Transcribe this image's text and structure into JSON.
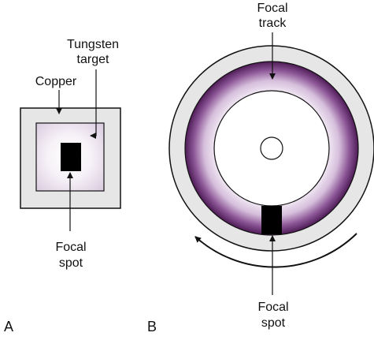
{
  "panels": {
    "a": {
      "letter": "A",
      "tungsten_label_line1": "Tungsten",
      "tungsten_label_line2": "target",
      "copper_label": "Copper",
      "focal_spot_label_line1": "Focal",
      "focal_spot_label_line2": "spot"
    },
    "b": {
      "letter": "B",
      "focal_track_label_line1": "Focal",
      "focal_track_label_line2": "track",
      "focal_spot_label_line1": "Focal",
      "focal_spot_label_line2": "spot"
    }
  },
  "colors": {
    "outline": "#111111",
    "copper_fill": "#e6e6e6",
    "tungsten_fill": "#ece4ef",
    "track_dark": "#4e1b56",
    "track_light": "#ffffff",
    "focal_spot": "#000000"
  }
}
